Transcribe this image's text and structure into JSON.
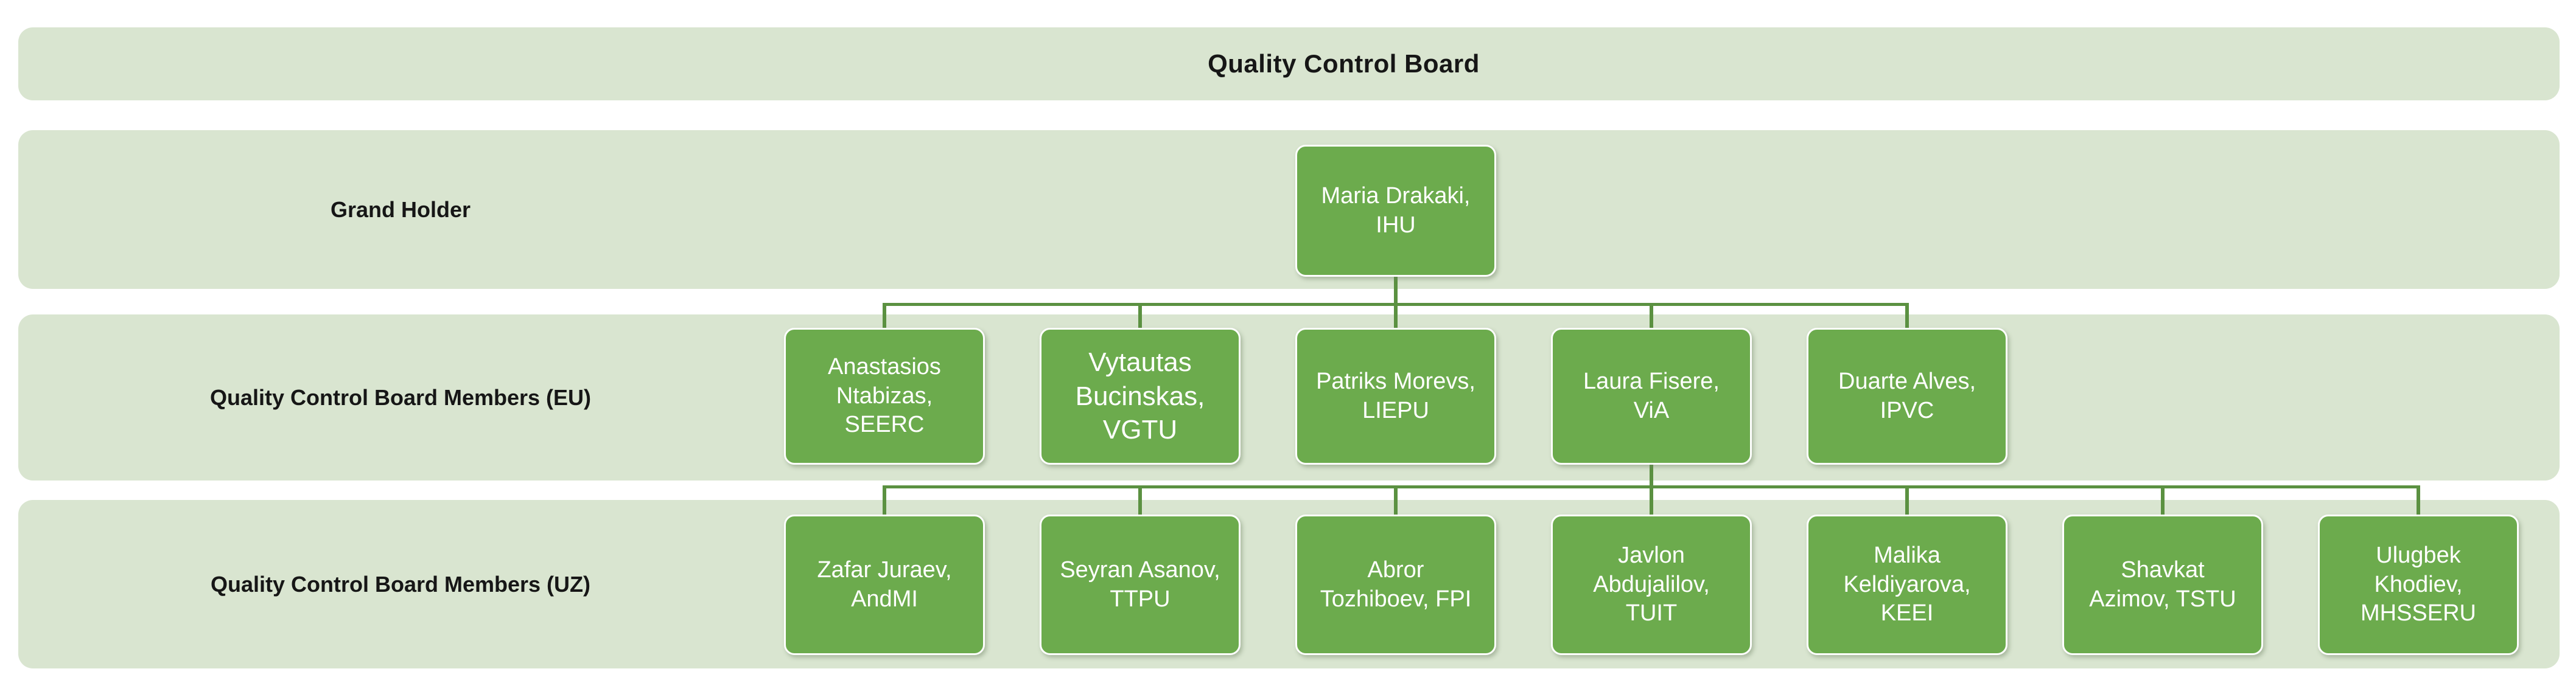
{
  "title": "Quality Control Board",
  "rows": [
    {
      "id": "grand-holder",
      "label": "Grand Holder",
      "members": [
        {
          "name": "Maria Drakaki",
          "org": "IHU",
          "text": "Maria Drakaki,\nIHU"
        }
      ]
    },
    {
      "id": "eu-members",
      "label": "Quality Control Board Members (EU)",
      "members": [
        {
          "name": "Anastasios Ntabizas",
          "org": "SEERC",
          "text": "Anastasios\nNtabizas,\nSEERC"
        },
        {
          "name": "Vytautas Bucinskas",
          "org": "VGTU",
          "text": "Vytautas\nBucinskas,\nVGTU"
        },
        {
          "name": "Patriks Morevs",
          "org": "LIEPU",
          "text": "Patriks Morevs,\nLIEPU"
        },
        {
          "name": "Laura Fisere",
          "org": "ViA",
          "text": "Laura Fisere,\nViA"
        },
        {
          "name": "Duarte Alves",
          "org": "IPVC",
          "text": "Duarte Alves,\nIPVC"
        }
      ]
    },
    {
      "id": "uz-members",
      "label": "Quality Control Board Members (UZ)",
      "members": [
        {
          "name": "Zafar Juraev",
          "org": "AndMI",
          "text": "Zafar Juraev,\nAndMI"
        },
        {
          "name": "Seyran Asanov",
          "org": "TTPU",
          "text": "Seyran Asanov,\nTTPU"
        },
        {
          "name": "Abror Tozhiboev",
          "org": "FPI",
          "text": "Abror\nTozhiboev, FPI"
        },
        {
          "name": "Javlon Abdujalilov",
          "org": "TUIT",
          "text": "Javlon\nAbdujalilov,\nTUIT"
        },
        {
          "name": "Malika Keldiyarova",
          "org": "KEEI",
          "text": "Malika\nKeldiyarova,\nKEEI"
        },
        {
          "name": "Shavkat Azimov",
          "org": "TSTU",
          "text": "Shavkat\nAzimov, TSTU"
        },
        {
          "name": "Ulugbek Khodiev",
          "org": "MHSSERU",
          "text": "Ulugbek\nKhodiev,\nMHSSERU"
        }
      ]
    }
  ],
  "colors": {
    "page_bg": "#ffffff",
    "band": "#d9e5d0",
    "node_fill": "#6cab4d",
    "node_border": "#ffffff",
    "connector": "#5b9141",
    "label_text": "#161616",
    "node_text": "#ffffff"
  }
}
